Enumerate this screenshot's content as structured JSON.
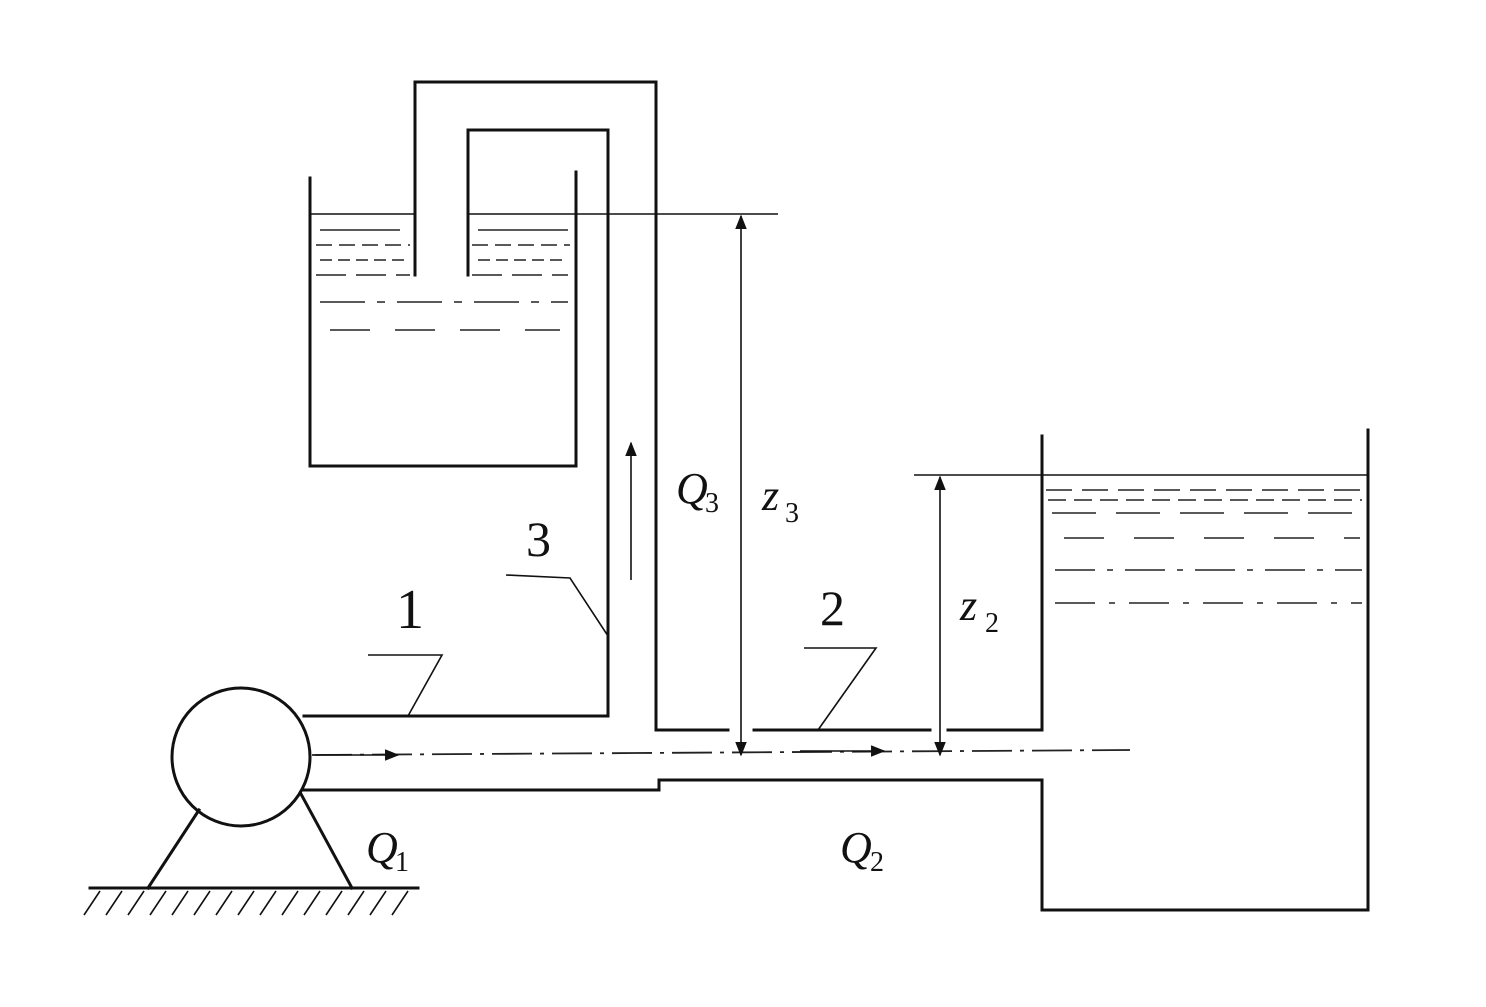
{
  "labels": {
    "pipe_1": "1",
    "pipe_2": "2",
    "pipe_3": "3",
    "q1_main": "Q",
    "q1_sub": "1",
    "q2_main": "Q",
    "q2_sub": "2",
    "q3_main": "Q",
    "q3_sub": "3",
    "z2_main": "z",
    "z2_sub": "2",
    "z3_main": "z",
    "z3_sub": "3"
  }
}
